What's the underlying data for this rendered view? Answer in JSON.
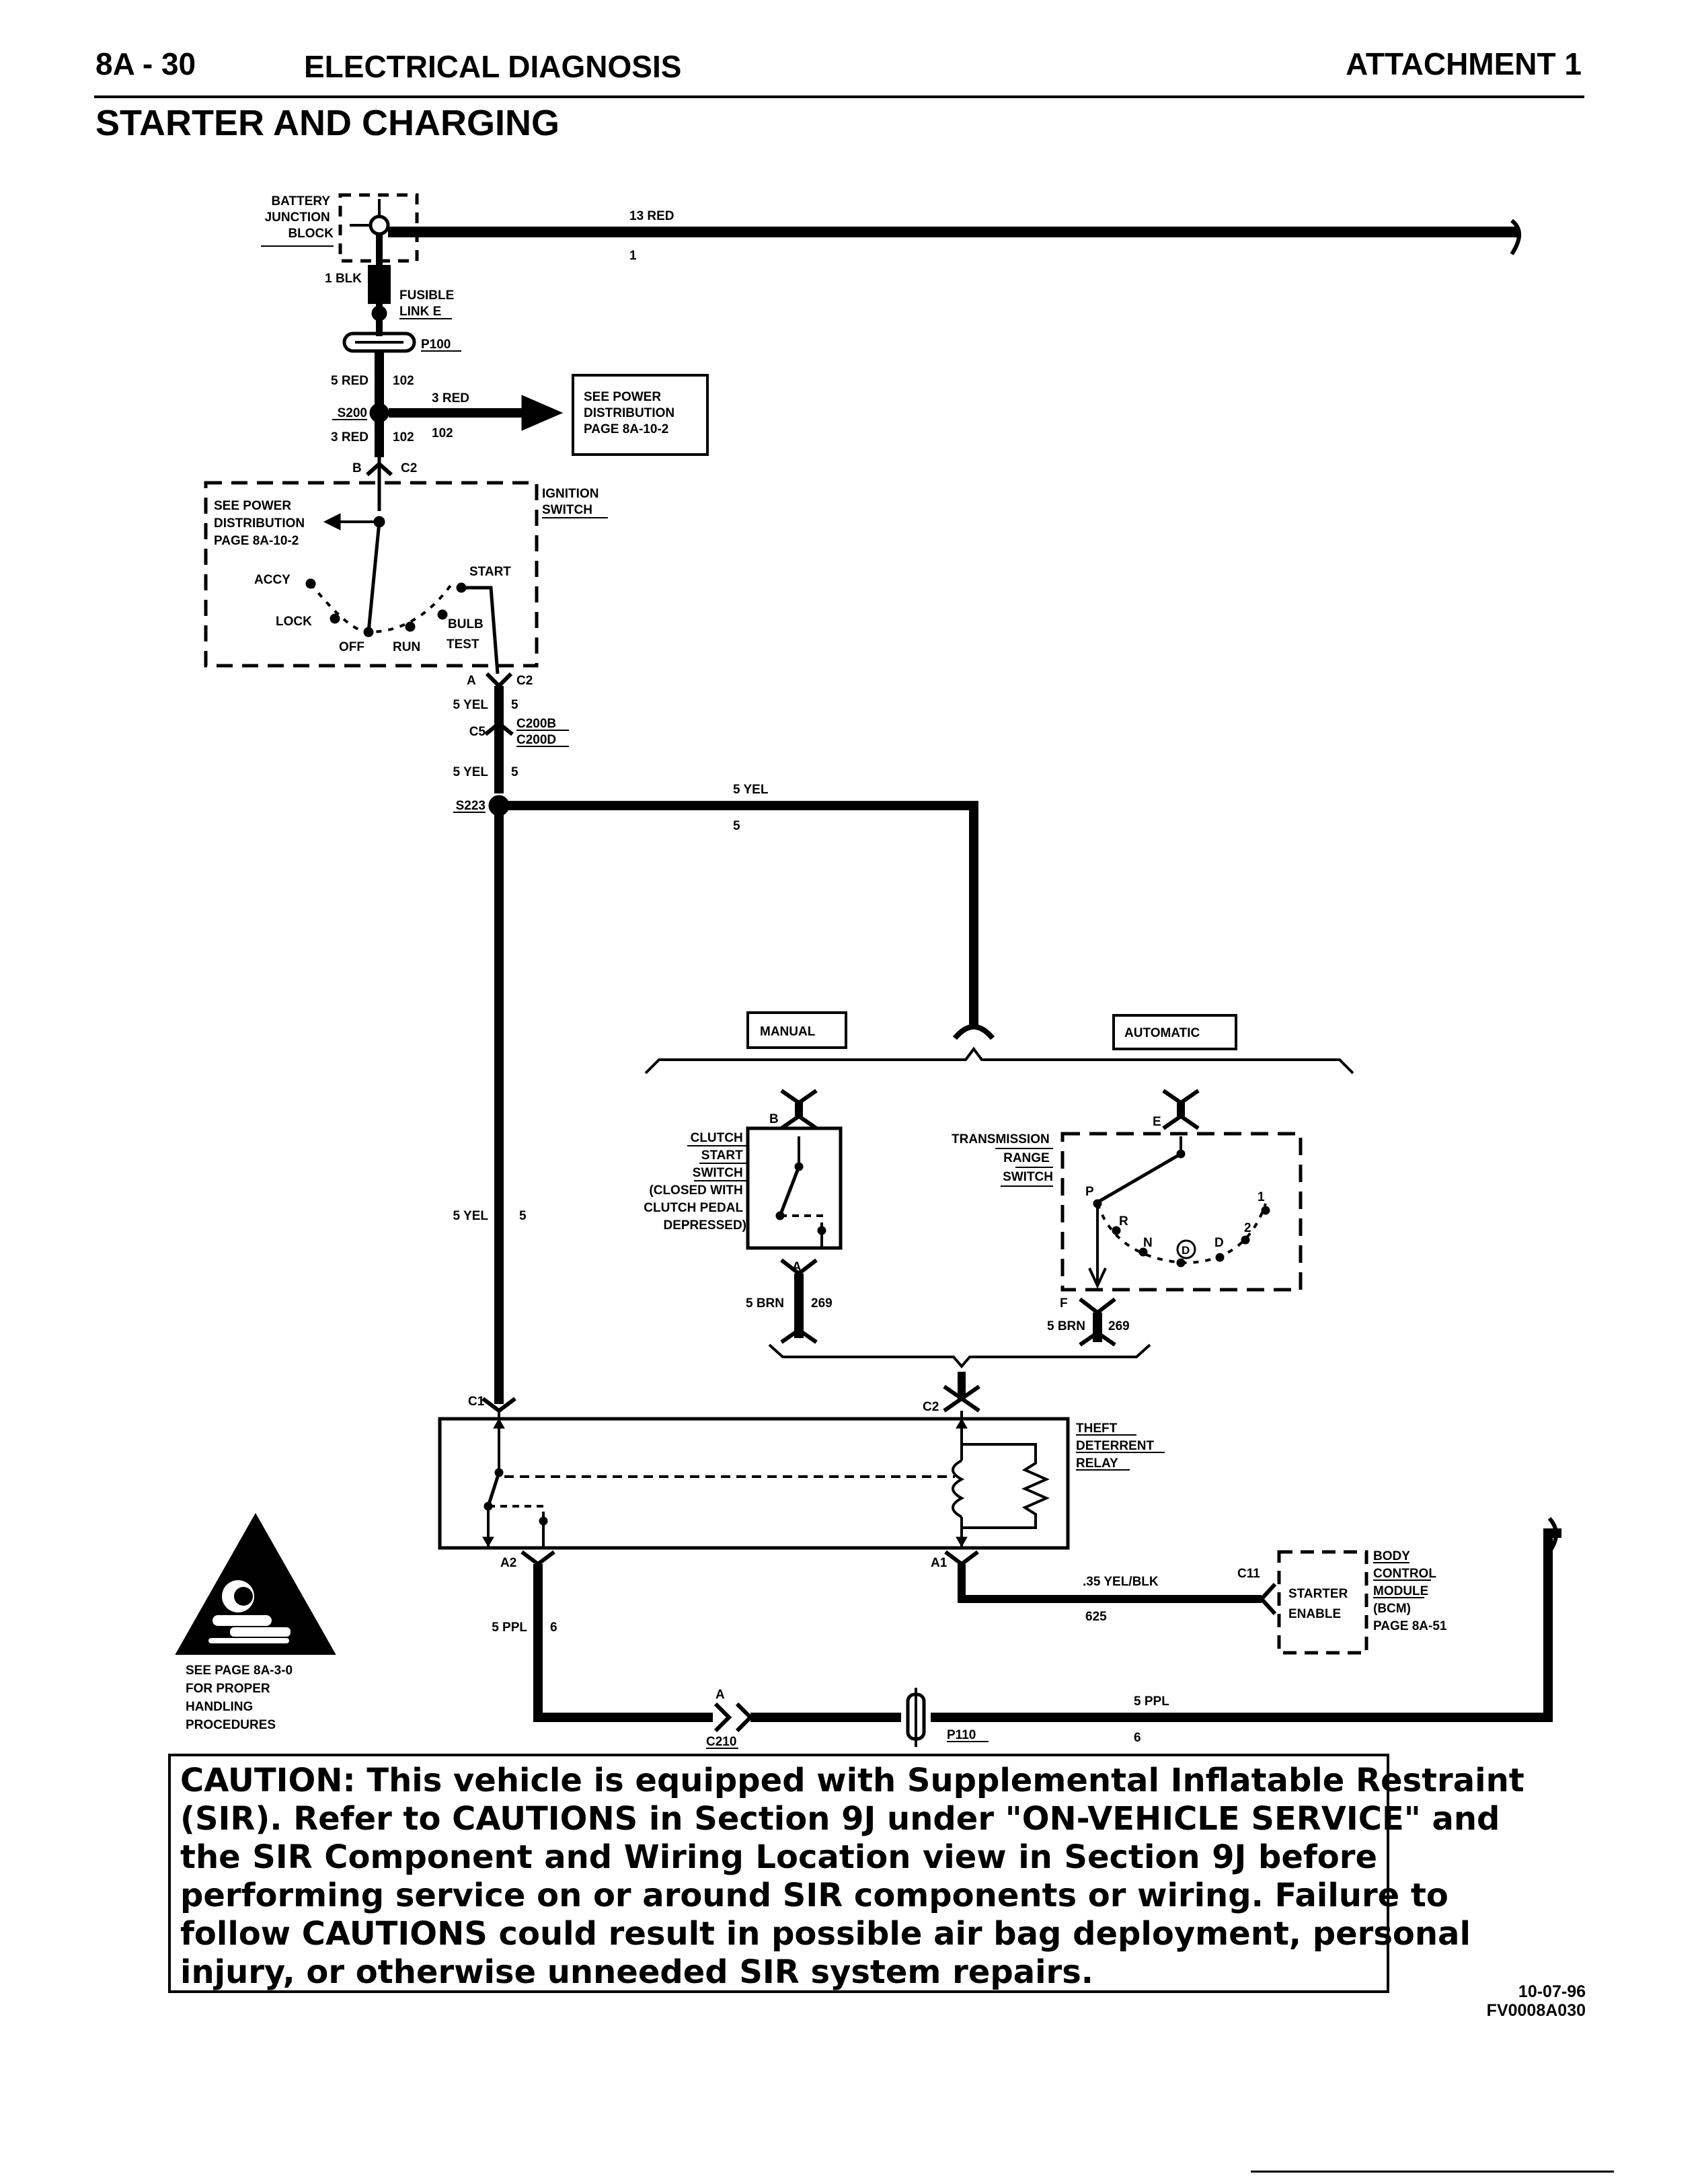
{
  "header": {
    "page_number": "8A - 30",
    "section": "ELECTRICAL DIAGNOSIS",
    "attachment": "ATTACHMENT 1",
    "title": "STARTER AND CHARGING"
  },
  "diagram": {
    "battery_junction_block": [
      "BATTERY",
      "JUNCTION",
      "BLOCK"
    ],
    "wire_13_red": "13 RED",
    "wire_13_red_circuit": "1",
    "wire_1_blk": "1 BLK",
    "fusible_link": [
      "FUSIBLE",
      "LINK E"
    ],
    "p100": "P100",
    "wire_5_red": "5 RED",
    "circuit_102": "102",
    "wire_3_red_branch": "3 RED",
    "s200": "S200",
    "wire_3_red": "3 RED",
    "see_power_dist_box": [
      "SEE POWER",
      "DISTRIBUTION",
      "PAGE 8A-10-2"
    ],
    "pin_b": "B",
    "c2": "C2",
    "ignition_switch": [
      "IGNITION",
      "SWITCH"
    ],
    "ignition_see_power": [
      "SEE POWER",
      "DISTRIBUTION",
      "PAGE 8A-10-2"
    ],
    "pos_accy": "ACCY",
    "pos_lock": "LOCK",
    "pos_off": "OFF",
    "pos_run": "RUN",
    "pos_start": "START",
    "pos_bulb_test": [
      "BULB",
      "TEST"
    ],
    "pin_a": "A",
    "wire_5_yel": "5 YEL",
    "circuit_5": "5",
    "c5": "C5",
    "c200b": "C200B",
    "c200d": "C200D",
    "s223": "S223",
    "manual": "MANUAL",
    "automatic": "AUTOMATIC",
    "clutch_switch": [
      "CLUTCH",
      "START",
      "SWITCH",
      "(CLOSED WITH",
      "CLUTCH PEDAL",
      "DEPRESSED)"
    ],
    "trans_range_switch": [
      "TRANSMISSION",
      "RANGE",
      "SWITCH"
    ],
    "pin_e": "E",
    "pin_f": "F",
    "gear_p": "P",
    "gear_r": "R",
    "gear_n": "N",
    "gear_d_circle": "D",
    "gear_d": "D",
    "gear_2": "2",
    "gear_1": "1",
    "wire_5_brn": "5 BRN",
    "circuit_269": "269",
    "c1": "C1",
    "theft_relay": [
      "THEFT",
      "DETERRENT",
      "RELAY"
    ],
    "pin_a2": "A2",
    "pin_a1": "A1",
    "wire_35_yel_blk": ".35 YEL/BLK",
    "circuit_625": "625",
    "c11": "C11",
    "starter_enable": [
      "STARTER",
      "ENABLE"
    ],
    "bcm": [
      "BODY",
      "CONTROL",
      "MODULE",
      "(BCM)",
      "PAGE 8A-51"
    ],
    "wire_5_ppl": "5 PPL",
    "circuit_6": "6",
    "c210": "C210",
    "p110": "P110",
    "sir_note": [
      "SEE PAGE 8A-3-0",
      "FOR PROPER",
      "HANDLING",
      "PROCEDURES"
    ]
  },
  "caution_lines": [
    "CAUTION:    This vehicle is equipped with Supplemental Inflatable Restraint",
    "(SIR).  Refer to CAUTIONS in Section 9J under \"ON-VEHICLE SERVICE\" and",
    "the SIR Component and Wiring Location view in Section 9J before",
    "performing service on or around SIR components or wiring.  Failure to",
    "follow CAUTIONS could result in possible air bag deployment, personal",
    "injury, or otherwise unneeded SIR system repairs."
  ],
  "footer": {
    "date": "10-07-96",
    "code": "FV0008A030"
  }
}
